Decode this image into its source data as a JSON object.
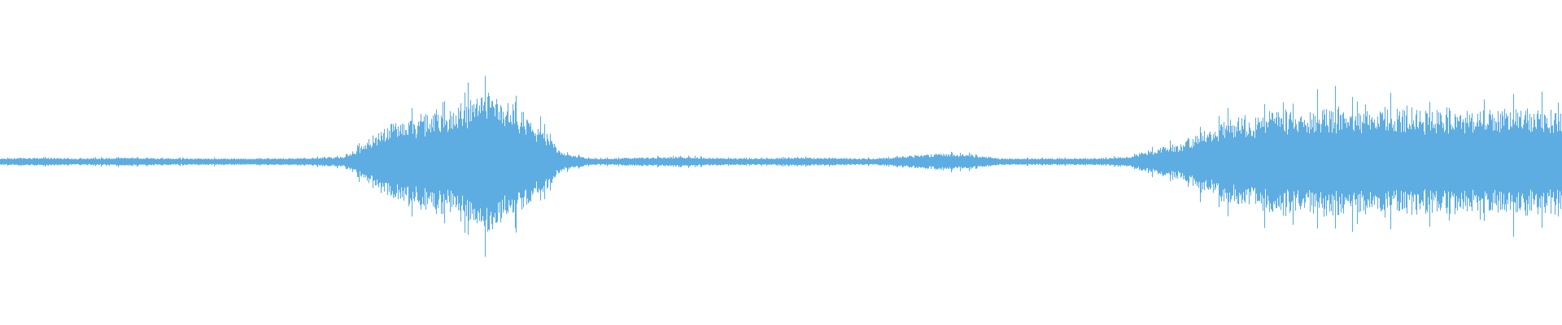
{
  "waveform": {
    "color": "#5DADE2",
    "background": "#ffffff",
    "time_range": [
      0,
      1
    ],
    "amplitude_range": [
      -1,
      1
    ],
    "envelope_peaks": [
      {
        "t": 0.0,
        "amp": 0.03
      },
      {
        "t": 0.025,
        "amp": 0.04
      },
      {
        "t": 0.05,
        "amp": 0.03
      },
      {
        "t": 0.08,
        "amp": 0.04
      },
      {
        "t": 0.12,
        "amp": 0.03
      },
      {
        "t": 0.18,
        "amp": 0.03
      },
      {
        "t": 0.22,
        "amp": 0.05
      },
      {
        "t": 0.235,
        "amp": 0.25
      },
      {
        "t": 0.25,
        "amp": 0.45
      },
      {
        "t": 0.27,
        "amp": 0.55
      },
      {
        "t": 0.29,
        "amp": 0.65
      },
      {
        "t": 0.312,
        "amp": 0.8
      },
      {
        "t": 0.33,
        "amp": 0.65
      },
      {
        "t": 0.345,
        "amp": 0.4
      },
      {
        "t": 0.36,
        "amp": 0.1
      },
      {
        "t": 0.38,
        "amp": 0.03
      },
      {
        "t": 0.437,
        "amp": 0.05
      },
      {
        "t": 0.47,
        "amp": 0.03
      },
      {
        "t": 0.515,
        "amp": 0.04
      },
      {
        "t": 0.56,
        "amp": 0.03
      },
      {
        "t": 0.603,
        "amp": 0.09
      },
      {
        "t": 0.62,
        "amp": 0.08
      },
      {
        "t": 0.64,
        "amp": 0.03
      },
      {
        "t": 0.7,
        "amp": 0.03
      },
      {
        "t": 0.722,
        "amp": 0.05
      },
      {
        "t": 0.735,
        "amp": 0.12
      },
      {
        "t": 0.755,
        "amp": 0.2
      },
      {
        "t": 0.77,
        "amp": 0.35
      },
      {
        "t": 0.79,
        "amp": 0.5
      },
      {
        "t": 0.82,
        "amp": 0.6
      },
      {
        "t": 0.85,
        "amp": 0.65
      },
      {
        "t": 0.88,
        "amp": 0.6
      },
      {
        "t": 0.91,
        "amp": 0.62
      },
      {
        "t": 0.94,
        "amp": 0.6
      },
      {
        "t": 0.97,
        "amp": 0.62
      },
      {
        "t": 1.0,
        "amp": 0.58
      }
    ]
  }
}
